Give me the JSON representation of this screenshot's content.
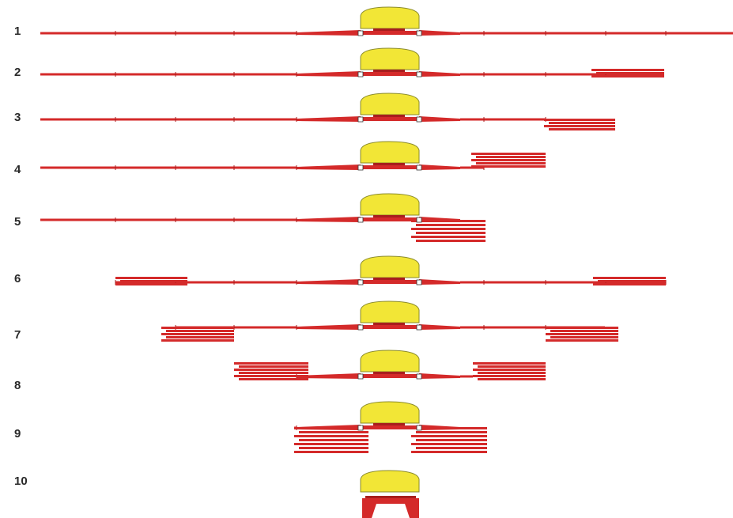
{
  "colors": {
    "boom": "#d42a2a",
    "boom_dark": "#a81e1e",
    "tank": "#f2e636",
    "tank_stroke": "#8a8a2a",
    "joint": "#ffffff"
  },
  "steps": [
    {
      "label": "1",
      "state": "fully-unfolded"
    },
    {
      "label": "2",
      "state": "right-outer-tip-folded"
    },
    {
      "label": "3",
      "state": "right-tip-and-section-folded"
    },
    {
      "label": "4",
      "state": "right-section-folded-further"
    },
    {
      "label": "5",
      "state": "right-boom-fully-folded"
    },
    {
      "label": "6",
      "state": "both-outer-tips-folded"
    },
    {
      "label": "7",
      "state": "both-sides-folding"
    },
    {
      "label": "8",
      "state": "both-sides-folding-further"
    },
    {
      "label": "9",
      "state": "both-booms-folded-horizontal"
    },
    {
      "label": "10",
      "state": "booms-folded-vertical-transport"
    }
  ]
}
